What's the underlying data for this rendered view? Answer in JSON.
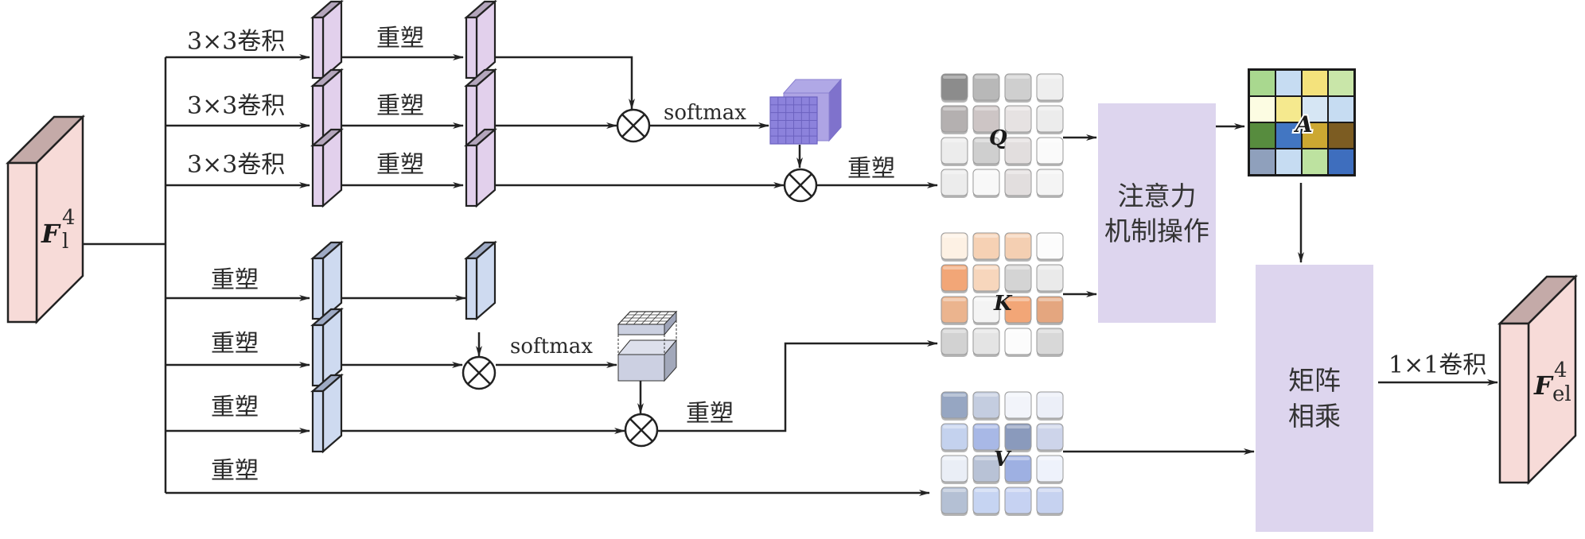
{
  "diagram": {
    "input": {
      "symbol": "F",
      "subscript": "l",
      "superscript": "4"
    },
    "output": {
      "symbol": "F",
      "subscript": "el",
      "superscript": "4"
    },
    "query_branch": {
      "conv_labels": [
        "3×3卷积",
        "3×3卷积",
        "3×3卷积"
      ],
      "reshape_labels": [
        "重塑",
        "重塑",
        "重塑"
      ],
      "softmax_label": "softmax",
      "post_reshape_label": "重塑"
    },
    "key_branch": {
      "reshape_labels": [
        "重塑",
        "重塑",
        "重塑",
        "重塑"
      ],
      "softmax_label": "softmax",
      "post_reshape_label": "重塑"
    },
    "matrices": {
      "Q": {
        "label": "Q",
        "colors": [
          [
            "#8c8c8c",
            "#b8b8b8",
            "#cfcfcf",
            "#eeeeee"
          ],
          [
            "#b4b0b0",
            "#cdc5c5",
            "#e6e2e2",
            "#ececec"
          ],
          [
            "#ececec",
            "#cfcfcf",
            "#e2dede",
            "#fafafa"
          ],
          [
            "#ececec",
            "#f8f8f8",
            "#e2dede",
            "#f4f4f4"
          ]
        ]
      },
      "K": {
        "label": "K",
        "colors": [
          [
            "#fdf1e4",
            "#f6d1b4",
            "#f4cfb2",
            "#fcfcfc"
          ],
          [
            "#f2a677",
            "#f7d6bc",
            "#d4d4d4",
            "#eaeaea"
          ],
          [
            "#ebb48e",
            "#f4f4f4",
            "#f2a677",
            "#e4a67f"
          ],
          [
            "#d2d2d2",
            "#e4e4e4",
            "#fcfcfc",
            "#d8d8d8"
          ]
        ]
      },
      "V": {
        "label": "V",
        "colors": [
          [
            "#96a6c2",
            "#c4cde0",
            "#f2f4fa",
            "#eceff8"
          ],
          [
            "#c4d2ee",
            "#a8b8e6",
            "#8a9abc",
            "#cdd4ea"
          ],
          [
            "#eaeef6",
            "#b8c2d6",
            "#9eb0e2",
            "#eef2fb"
          ],
          [
            "#b4c0d4",
            "#c6d4f2",
            "#c6d2f2",
            "#c6d2f0"
          ]
        ]
      },
      "A": {
        "label": "A",
        "colors": [
          [
            "#a9d88f",
            "#c6dcf2",
            "#f4e27c",
            "#c9e6a9"
          ],
          [
            "#fcfce2",
            "#f5e98e",
            "#d6e6f4",
            "#c6dcf2"
          ],
          [
            "#578c3e",
            "#4276c2",
            "#cca832",
            "#7c5c22"
          ],
          [
            "#8fa0bc",
            "#c6dcf2",
            "#bde2a0",
            "#3e6ebe"
          ]
        ]
      }
    },
    "attention_box": {
      "line1": "注意力",
      "line2": "机制操作"
    },
    "matmul_box": {
      "line1": "矩阵",
      "line2": "相乘"
    },
    "final_conv_label": "1×1卷积",
    "colors": {
      "purple_block": "#e2d0ec",
      "purple_top": "#b4a6bc",
      "blue_block": "#cedaf0",
      "blue_top": "#9eaac4",
      "input_front": "#f7dbd8",
      "input_top": "#c4aaa8",
      "op_box": "#ddd5ee",
      "cube_purple": "#8e86d8",
      "cube_grey": "#ccd0e0"
    }
  }
}
